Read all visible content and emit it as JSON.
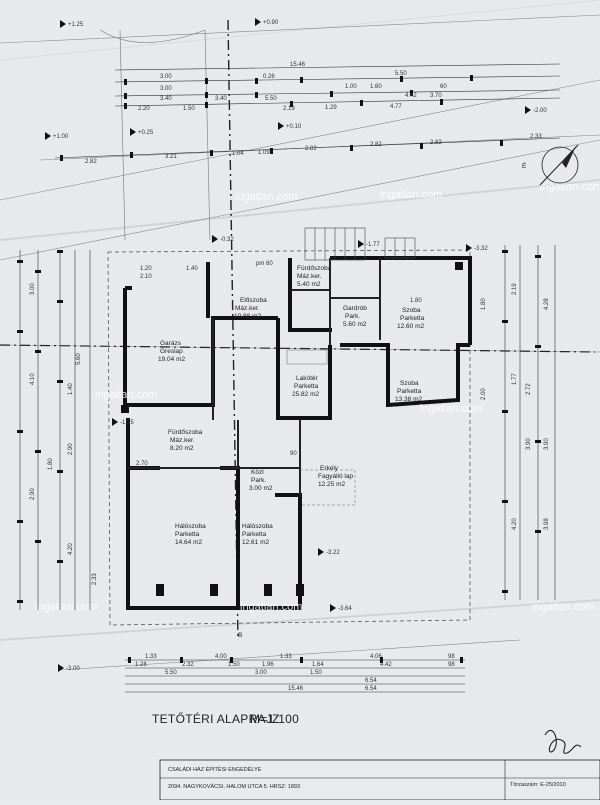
{
  "drawing": {
    "title": "TETŐTÉRI ALAPRAJZ",
    "scale": "M=1:100",
    "watermark": "ingatlan.com",
    "section_marker": "B",
    "north_marker": "É",
    "signature": "E.S."
  },
  "title_block": {
    "line1": "CSALÁDI HÁZ ÉPÍTÉSI ENGEDÉLYE",
    "line2": "2094. NAGYKOVÁCSI, HALOM UTCA 5. HRSZ: 1893",
    "doc_number": "Törzaszám: E-25/2010"
  },
  "rooms": [
    {
      "name": "Előszoba",
      "floor": "Máz.ker.",
      "area": "10.88 m2"
    },
    {
      "name": "Fürdőszoba",
      "floor": "Máz.ker.",
      "area": "5.40 m2"
    },
    {
      "name": "Gardrób",
      "floor": "Park.",
      "area": "5.60 m2"
    },
    {
      "name": "Szoba",
      "floor": "Parketta",
      "area": "12.60 m2"
    },
    {
      "name": "Garázs",
      "floor": "Greslap",
      "area": "19.04 m2"
    },
    {
      "name": "Lakótér",
      "floor": "Parketta",
      "area": "25.82 m2"
    },
    {
      "name": "Szoba",
      "floor": "Parketta",
      "area": "13.38 m2"
    },
    {
      "name": "Fürdőszoba",
      "floor": "Máz.ker.",
      "area": "8.20 m2"
    },
    {
      "name": "Közl",
      "floor": "Park.",
      "area": "3.00 m2"
    },
    {
      "name": "Erkély",
      "floor": "Fagyálló lap",
      "area": "12.25 m2"
    },
    {
      "name": "Hálószoba",
      "floor": "Parketta",
      "area": "14.64 m2"
    },
    {
      "name": "Hálószoba",
      "floor": "Parketta",
      "area": "12.61 m2"
    }
  ],
  "levels": [
    "+1.25",
    "+1.00",
    "+0.25",
    "+0.90",
    "-2.00",
    "-0.32",
    "-1.77",
    "-3.32",
    "-1.55",
    "-3.22",
    "-3.64",
    "-3.00",
    "+0.10"
  ],
  "dimensions": {
    "top_row1": [
      "15.46",
      "3.00",
      "0.26",
      "5.50"
    ],
    "top_row2": [
      "3.00",
      "3.40",
      "1.00",
      "1.60",
      "4.42",
      "3.70",
      "60"
    ],
    "top_row3": [
      "2.20",
      "1.50",
      "3.40",
      "5.50",
      "2.19",
      "1.29",
      "4.77"
    ],
    "top_row4": [
      "2.82",
      "3.21",
      "1.04",
      "1.09",
      "2.82",
      "2.82",
      "2.82",
      "2.33"
    ],
    "bottom_row1": [
      "1.33",
      "4.00",
      "1.33",
      "4.06",
      "98"
    ],
    "bottom_row2": [
      "1.28",
      "2.32",
      "1.50",
      "1.96",
      "1.64",
      "4.42",
      "98"
    ],
    "bottom_row3": [
      "5.50",
      "3.00",
      "1.50",
      "6.54",
      "6.54"
    ],
    "bottom_row4": [
      "15.46"
    ],
    "left_col": [
      "3.00",
      "5.60",
      "4.10",
      "1.40",
      "2.90",
      "1.80",
      "2.90",
      "4.20",
      "2.33"
    ],
    "right_col": [
      "1.80",
      "2.19",
      "4.28",
      "1.77",
      "2.72",
      "3.90",
      "3.90",
      "4.20",
      "3.98",
      "2.00"
    ]
  },
  "door_window_marks": [
    "pm 60",
    "1.20",
    "2.10",
    "1.80",
    "1.40",
    "2.70",
    "90"
  ]
}
